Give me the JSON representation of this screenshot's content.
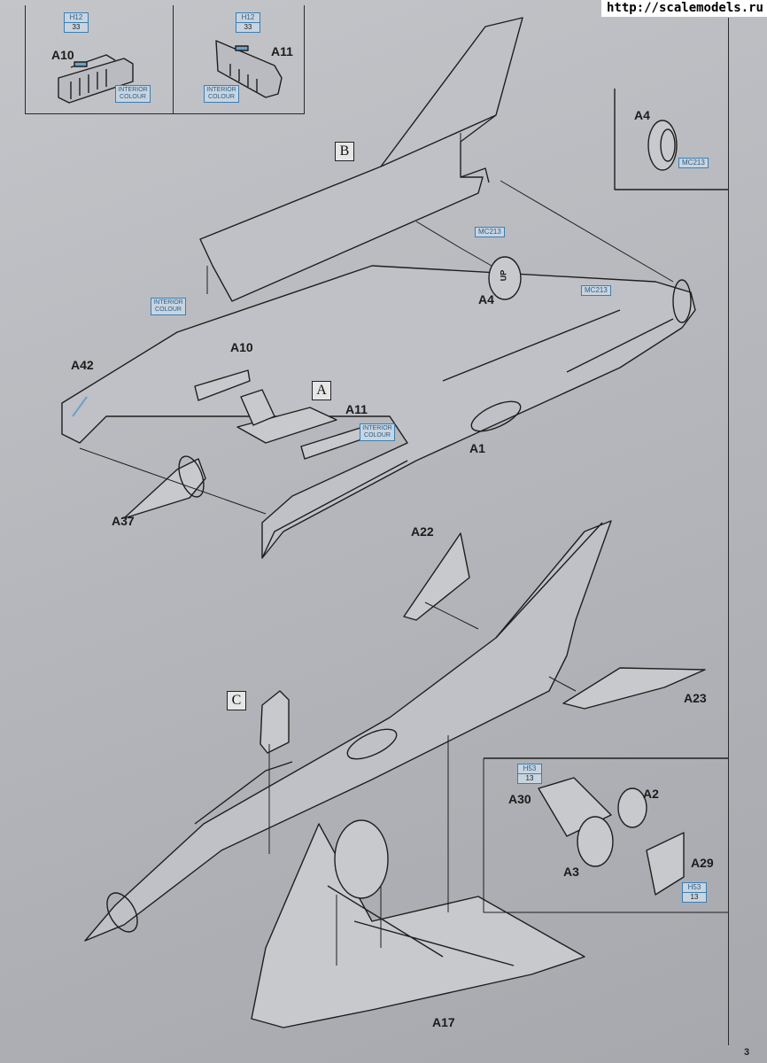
{
  "watermark": "http://scalemodels.ru",
  "page_number": "3",
  "steps": {
    "a": "A",
    "b": "B",
    "c": "C"
  },
  "paint": {
    "interior": "INTERIOR COLOUR",
    "h12_code": "H12",
    "h12_num": "33",
    "h53_code": "H53",
    "h53_num": "13",
    "mc213": "MC213"
  },
  "inset_left": {
    "part": "A10"
  },
  "inset_right": {
    "part": "A11"
  },
  "parts": {
    "a4_inset": "A4",
    "a4": "A4",
    "a10": "A10",
    "a42": "A42",
    "a11": "A11",
    "a1": "A1",
    "a37": "A37",
    "a22": "A22",
    "a23": "A23",
    "a30": "A30",
    "a2": "A2",
    "a3": "A3",
    "a29": "A29",
    "a17": "A17"
  },
  "up_mark": "UP"
}
